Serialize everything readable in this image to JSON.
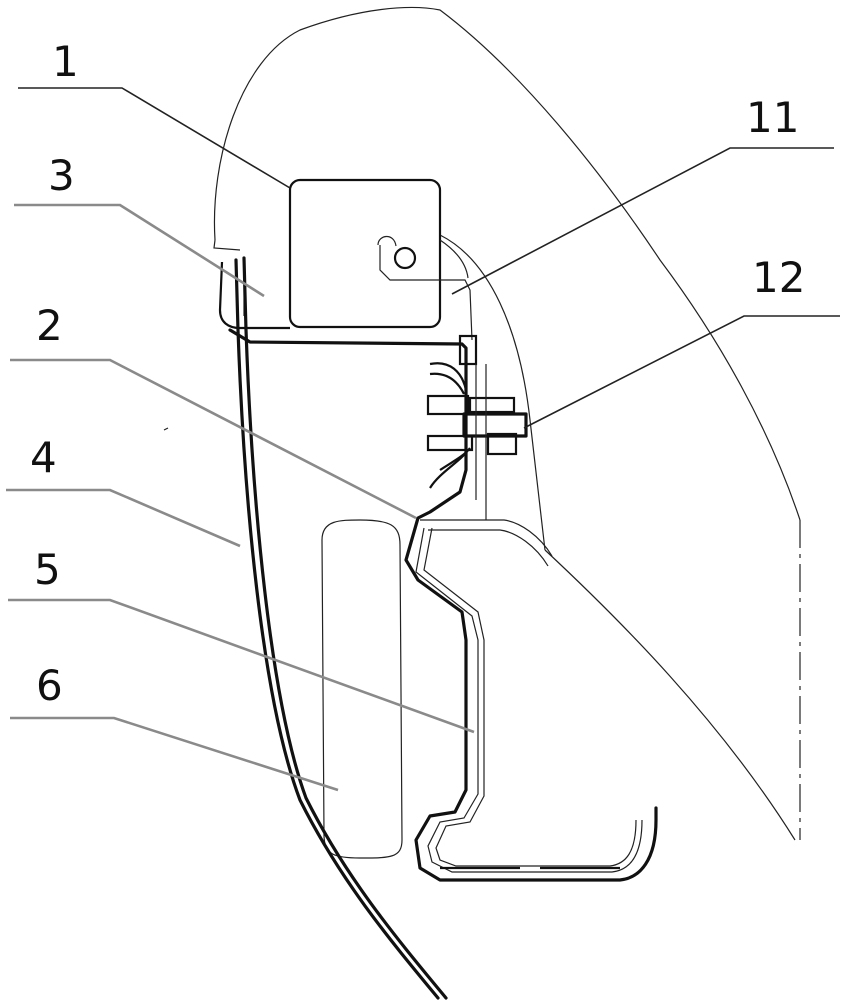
{
  "figure": {
    "reference_numerals": [
      {
        "id": "label-1",
        "text": "1"
      },
      {
        "id": "label-3",
        "text": "3"
      },
      {
        "id": "label-11",
        "text": "11"
      },
      {
        "id": "label-12",
        "text": "12"
      },
      {
        "id": "label-2",
        "text": "2"
      },
      {
        "id": "label-4",
        "text": "4"
      },
      {
        "id": "label-5",
        "text": "5"
      },
      {
        "id": "label-6",
        "text": "6"
      }
    ]
  }
}
